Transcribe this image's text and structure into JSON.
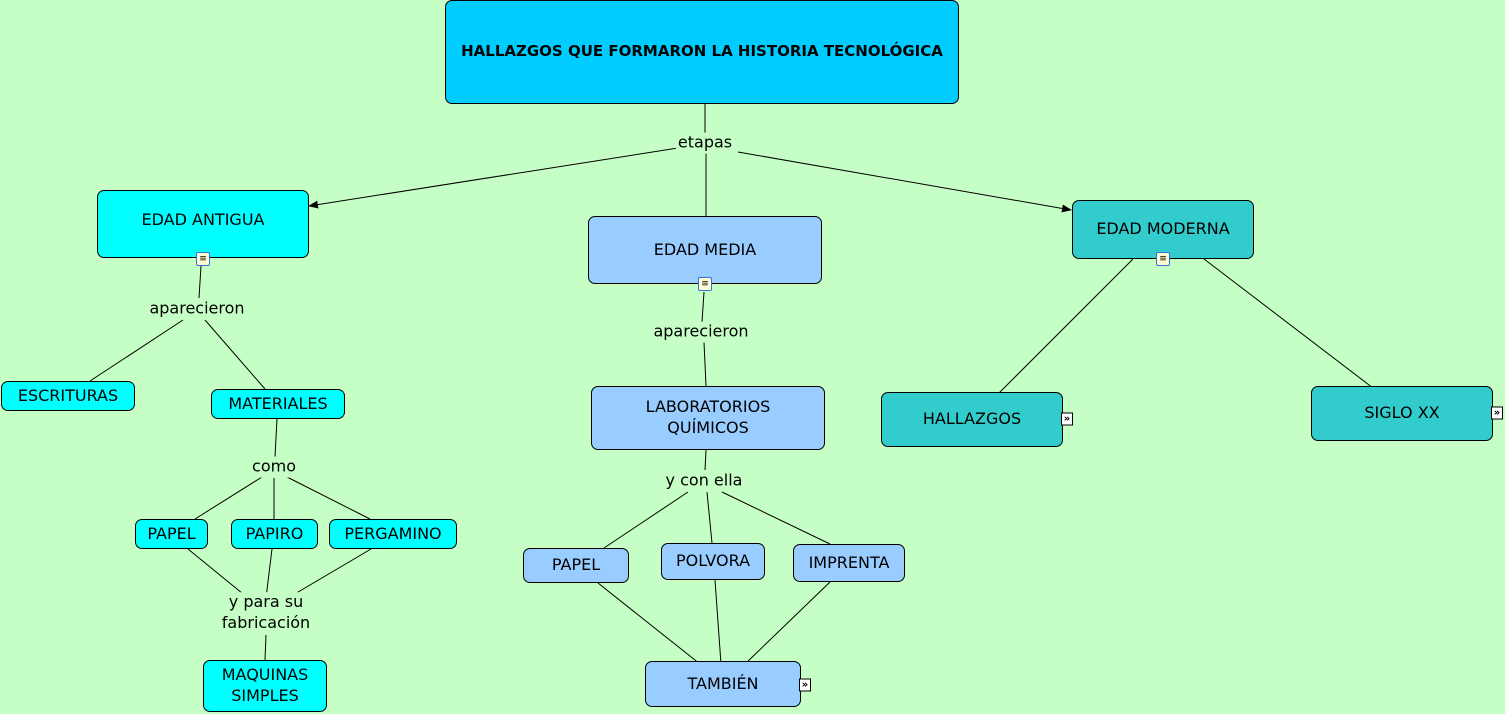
{
  "colors": {
    "background": "#c6ffc6",
    "title": "#00ccff",
    "antigua": "#00ffff",
    "media": "#99ccff",
    "moderna": "#33cccc"
  },
  "concepts": {
    "title": "HALLAZGOS QUE FORMARON LA HISTORIA TECNOLÓGICA",
    "antigua": "EDAD ANTIGUA",
    "media": "EDAD MEDIA",
    "moderna": "EDAD MODERNA",
    "escrituras": "ESCRITURAS",
    "materiales": "MATERIALES",
    "papel1": "PAPEL",
    "papiro": "PAPIRO",
    "pergamino": "PERGAMINO",
    "maquinas": "MAQUINAS SIMPLES",
    "laboratorios": "LABORATORIOS QUÍMICOS",
    "papel2": "PAPEL",
    "polvora": "POLVORA",
    "imprenta": "IMPRENTA",
    "tambien": "TAMBIÉN",
    "hallazgos": "HALLAZGOS",
    "siglo": "SIGLO XX"
  },
  "links": {
    "etapas": "etapas",
    "aparecieron1": "aparecieron",
    "aparecieron2": "aparecieron",
    "como": "como",
    "fabricacion": "y para su fabricación",
    "conella": "y con ella"
  },
  "icons": {
    "resource": "document-icon",
    "submap": "double-chevron-icon"
  }
}
